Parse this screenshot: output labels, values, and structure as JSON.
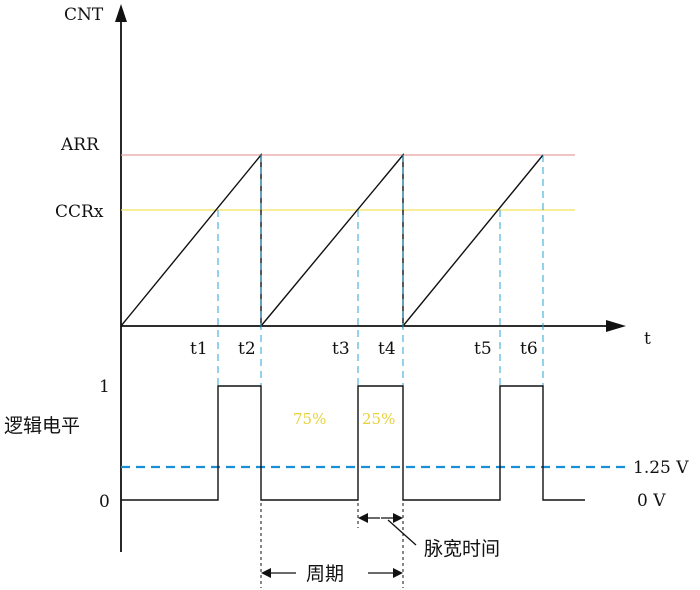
{
  "axis": {
    "y_label": "CNT",
    "x_label": "t",
    "arr_label": "ARR",
    "ccr_label": "CCRx"
  },
  "time_labels": [
    "t1",
    "t2",
    "t3",
    "t4",
    "t5",
    "t6"
  ],
  "logic": {
    "title": "逻辑电平",
    "high_label": "1",
    "low_label": "0",
    "threshold_label": "1.25 V",
    "zero_label": "0 V",
    "duty_low": "75%",
    "duty_high": "25%"
  },
  "annotations": {
    "period": "周期",
    "pulse_width": "脉宽时间"
  },
  "colors": {
    "arr_line": "#e8a0a0",
    "ccr_line": "#f2e15a",
    "dashed_blue": "#2aa5d8",
    "threshold": "#1a8fd6",
    "percent": "#e8d23a"
  }
}
